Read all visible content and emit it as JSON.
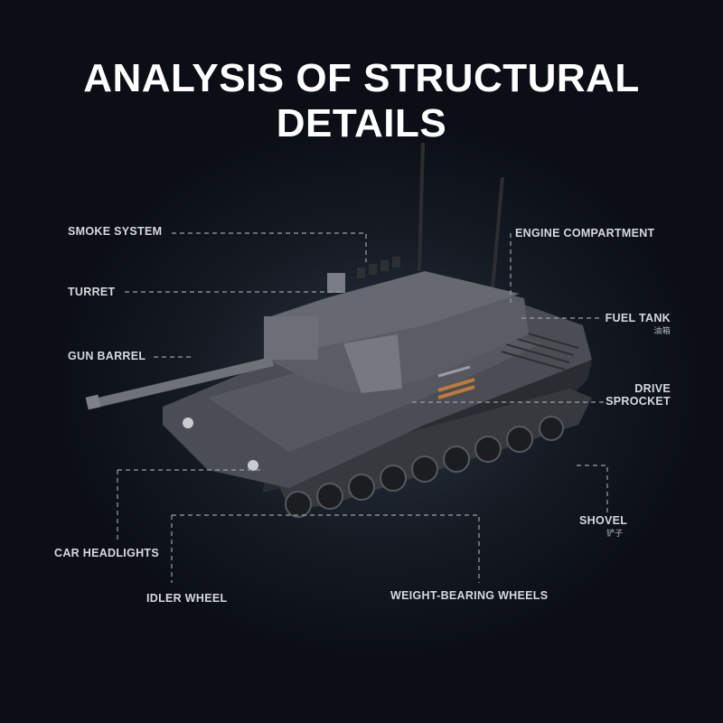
{
  "title": "ANALYSIS OF STRUCTURAL DETAILS",
  "colors": {
    "background": "#0b0e15",
    "tank_body": "#4a4d53",
    "tank_dark": "#2a2c31",
    "text": "#d6d9de",
    "leader_lines": "#9aa0a8"
  },
  "labels": {
    "smoke_system": "SMOKE SYSTEM",
    "turret": "TURRET",
    "gun_barrel": "GUN BARREL",
    "car_headlights": "CAR HEADLIGHTS",
    "idler_wheel": "IDLER WHEEL",
    "weight_bearing_wheels": "WEIGHT-BEARING WHEELS",
    "engine_compartment": "ENGINE COMPARTMENT",
    "fuel_tank": "FUEL TANK",
    "fuel_tank_sub": "油箱",
    "drive_line1": "DRIVE",
    "drive_line2": "SPROCKET",
    "shovel": "SHOVEL",
    "shovel_sub": "铲子"
  }
}
